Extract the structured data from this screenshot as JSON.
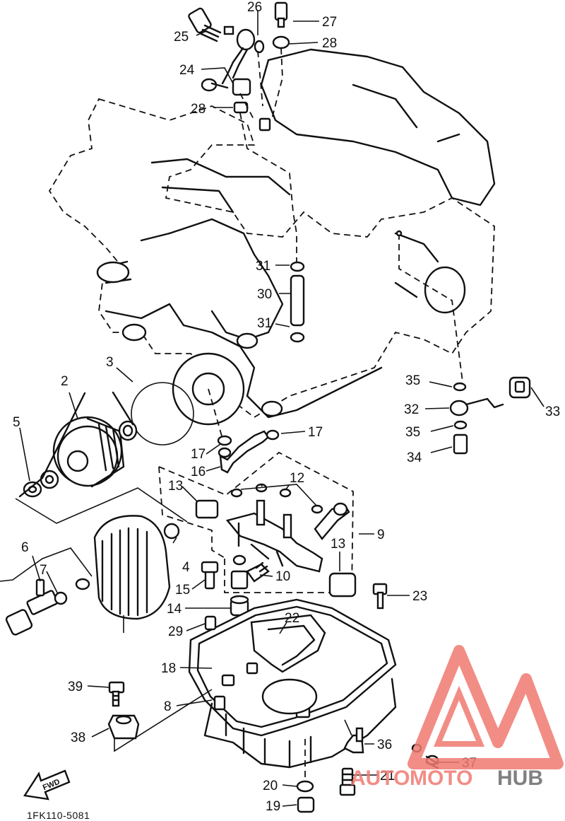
{
  "diagram_code": "1FK110-5081",
  "fwd_label": "FWD",
  "watermark": {
    "text_a": "AUTO",
    "text_b": "MOTO",
    "text_c": "HUB",
    "color_primary": "#f07a72",
    "color_secondary": "#6b6b6b"
  },
  "callouts": [
    {
      "id": "c1",
      "text": "26"
    },
    {
      "id": "c2",
      "text": "27"
    },
    {
      "id": "c3",
      "text": "25"
    },
    {
      "id": "c4",
      "text": "28"
    },
    {
      "id": "c5",
      "text": "24"
    },
    {
      "id": "c6",
      "text": "28"
    },
    {
      "id": "c7",
      "text": "31"
    },
    {
      "id": "c8",
      "text": "30"
    },
    {
      "id": "c9",
      "text": "31"
    },
    {
      "id": "c10",
      "text": "3"
    },
    {
      "id": "c11",
      "text": "2"
    },
    {
      "id": "c12",
      "text": "35"
    },
    {
      "id": "c13",
      "text": "33"
    },
    {
      "id": "c14",
      "text": "32"
    },
    {
      "id": "c15",
      "text": "35"
    },
    {
      "id": "c16",
      "text": "34"
    },
    {
      "id": "c17",
      "text": "5"
    },
    {
      "id": "c18",
      "text": "17"
    },
    {
      "id": "c19",
      "text": "17"
    },
    {
      "id": "c20",
      "text": "16"
    },
    {
      "id": "c21",
      "text": "12"
    },
    {
      "id": "c22",
      "text": "13"
    },
    {
      "id": "c23",
      "text": "9"
    },
    {
      "id": "c24",
      "text": "13"
    },
    {
      "id": "c25",
      "text": "4"
    },
    {
      "id": "c26",
      "text": "6"
    },
    {
      "id": "c27",
      "text": "7"
    },
    {
      "id": "c28",
      "text": "15"
    },
    {
      "id": "c29",
      "text": "10"
    },
    {
      "id": "c30",
      "text": "23"
    },
    {
      "id": "c31",
      "text": "14"
    },
    {
      "id": "c32",
      "text": "22"
    },
    {
      "id": "c33",
      "text": "29"
    },
    {
      "id": "c34",
      "text": "18"
    },
    {
      "id": "c35",
      "text": "39"
    },
    {
      "id": "c36",
      "text": "8"
    },
    {
      "id": "c37",
      "text": "38"
    },
    {
      "id": "c38",
      "text": "36"
    },
    {
      "id": "c39",
      "text": "37"
    },
    {
      "id": "c40",
      "text": "21"
    },
    {
      "id": "c41",
      "text": "20"
    },
    {
      "id": "c42",
      "text": "19"
    }
  ]
}
